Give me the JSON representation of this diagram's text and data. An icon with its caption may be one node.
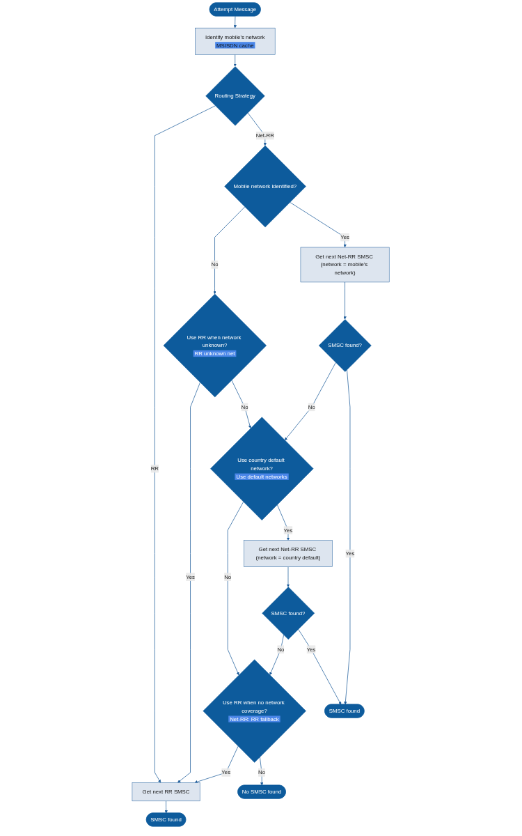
{
  "diagram": {
    "nodes": [
      {
        "text": [
          "Attempt Message"
        ]
      },
      {
        "text": [
          "Identify mobile's network",
          "MSISDN cache"
        ]
      },
      {
        "text": [
          "Routing Strategy"
        ]
      },
      {
        "text": [
          "Get next RR SMSC"
        ]
      },
      {
        "text": [
          "Use RR when network unknown?",
          "RR unknown net"
        ]
      },
      {
        "text": [
          "Mobile network identified?"
        ]
      },
      {
        "text": [
          "Get next Net-RR SMSC (network = mobile's network)"
        ]
      },
      {
        "text": [
          "Use country default network?",
          "Use default networks"
        ]
      },
      {
        "text": [
          "SMSC found?"
        ]
      },
      {
        "text": [
          "Get next Net-RR SMSC (network = country default)"
        ]
      },
      {
        "text": [
          "Use RR when no network coverage?",
          "Net-RR: RR fallback"
        ]
      },
      {
        "text": [
          "SMSC found?"
        ]
      },
      {
        "text": [
          "SMSC found"
        ]
      },
      {
        "text": [
          "No SMSC found"
        ]
      },
      {
        "text": [
          "SMSC found"
        ]
      }
    ],
    "edges": [
      {
        "from": 0,
        "to": 1,
        "arrow": "to"
      },
      {
        "from": 1,
        "to": 2,
        "arrow": "to"
      },
      {
        "from": 2,
        "to": 3,
        "arrow": "to",
        "label": "RR"
      },
      {
        "from": 2,
        "to": 5,
        "arrow": "to",
        "label": "Net-RR"
      },
      {
        "from": 5,
        "to": 4,
        "arrow": "to",
        "label": "No"
      },
      {
        "from": 4,
        "to": 3,
        "arrow": "to",
        "label": "Yes"
      },
      {
        "from": 5,
        "to": 6,
        "arrow": "to",
        "label": "Yes"
      },
      {
        "from": 4,
        "to": 7,
        "arrow": "to",
        "label": "No"
      },
      {
        "from": 6,
        "to": 8,
        "arrow": "to"
      },
      {
        "from": 8,
        "to": 7,
        "arrow": "to",
        "label": "No"
      },
      {
        "from": 8,
        "to": 14,
        "arrow": "to",
        "label": "Yes"
      },
      {
        "from": 7,
        "to": 10,
        "arrow": "to",
        "label": "No"
      },
      {
        "from": 7,
        "to": 9,
        "arrow": "to",
        "label": "Yes"
      },
      {
        "from": 9,
        "to": 11,
        "arrow": "to"
      },
      {
        "from": 11,
        "to": 10,
        "arrow": "to",
        "label": "No"
      },
      {
        "from": 10,
        "to": 3,
        "arrow": "to",
        "label": "Yes"
      },
      {
        "from": 11,
        "to": 14,
        "arrow": "to",
        "label": "Yes"
      },
      {
        "from": 10,
        "to": 13,
        "arrow": "to",
        "label": "No"
      },
      {
        "from": 3,
        "to": 12,
        "arrow": "to"
      }
    ]
  }
}
